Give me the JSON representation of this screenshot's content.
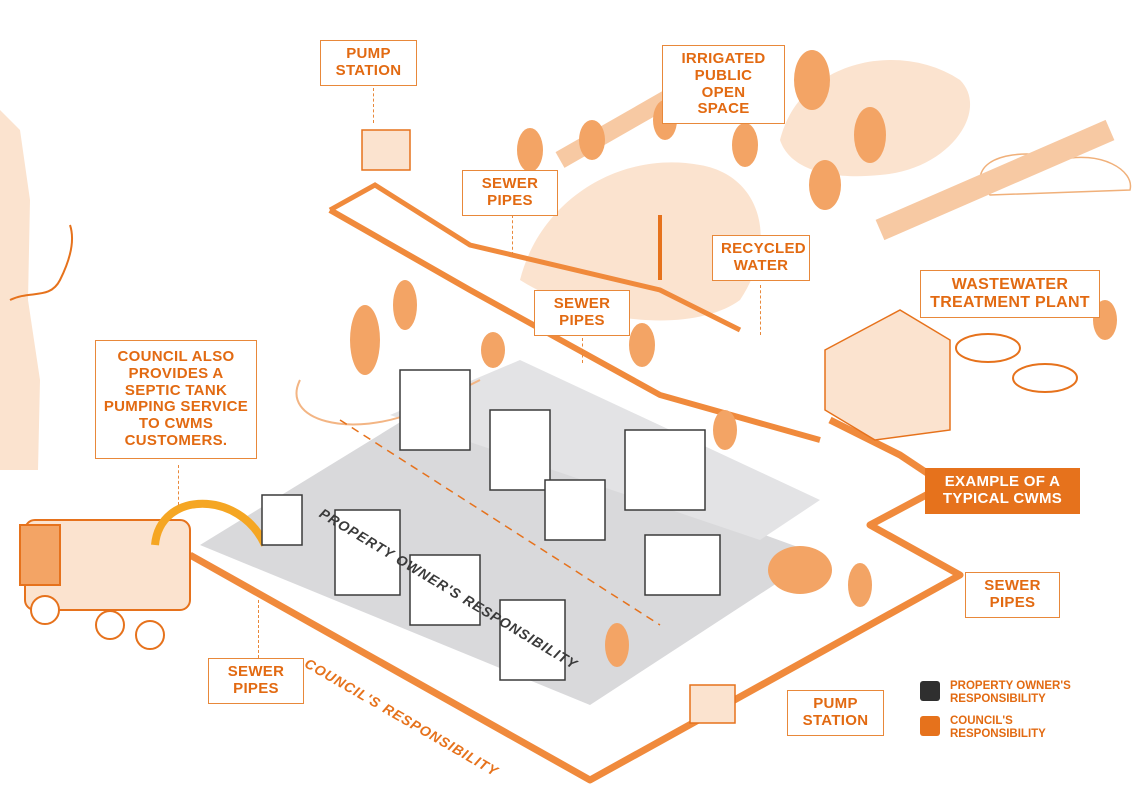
{
  "labels": {
    "pump_station_top": "PUMP\nSTATION",
    "irrigated_space": "IRRIGATED\nPUBLIC OPEN\nSPACE",
    "sewer_pipes_1": "SEWER\nPIPES",
    "recycled_water": "RECYCLED\nWATER",
    "sewer_pipes_2": "SEWER\nPIPES",
    "wastewater_plant": "WASTEWATER\nTREATMENT PLANT",
    "council_note": "COUNCIL ALSO\nPROVIDES A\nSEPTIC TANK\nPUMPING SERVICE\nTO CWMS\nCUSTOMERS.",
    "example_cwms": "EXAMPLE OF A\nTYPICAL CWMS",
    "sewer_pipes_3": "SEWER\nPIPES",
    "sewer_pipes_4": "SEWER\nPIPES",
    "pump_station_bottom": "PUMP\nSTATION"
  },
  "road_text": {
    "property_owner": "PROPERTY OWNER'S RESPONSIBILITY",
    "council": "COUNCIL'S RESPONSIBILITY"
  },
  "legend": {
    "items": [
      {
        "label": "PROPERTY OWNER'S\nRESPONSIBILITY",
        "color": "#2f2f2f"
      },
      {
        "label": "COUNCIL'S\nRESPONSIBILITY",
        "color": "#e6721c"
      }
    ]
  },
  "colors": {
    "accent": "#e6721c",
    "accent_light": "#f7c9a3",
    "pale": "#fbe3cf",
    "grey_ground": "#cfcfd1",
    "dark": "#2f2f2f"
  }
}
